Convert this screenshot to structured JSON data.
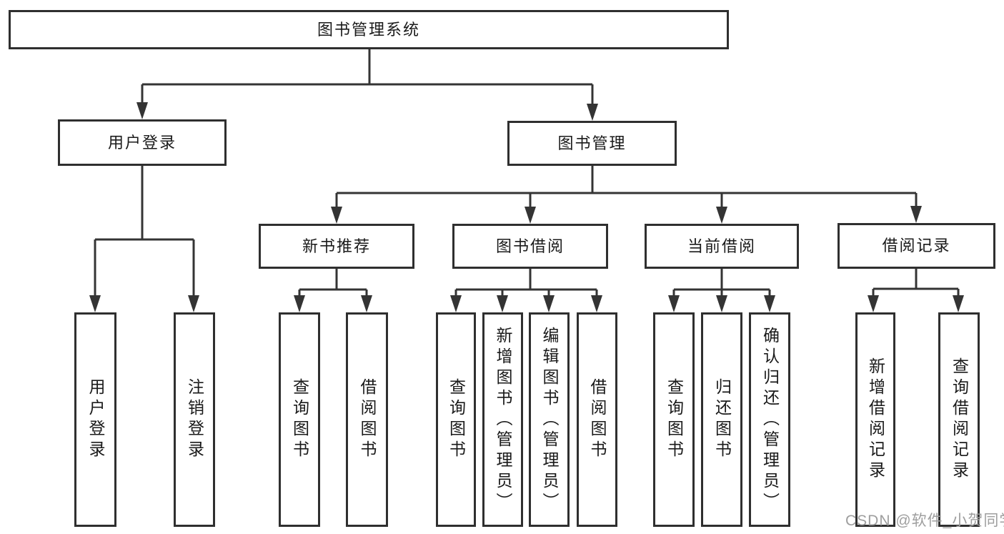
{
  "tree": {
    "label": "图书管理系统",
    "children": [
      {
        "label": "用户登录",
        "children": [
          {
            "label": "用户登录"
          },
          {
            "label": "注销登录"
          }
        ]
      },
      {
        "label": "图书管理",
        "children": [
          {
            "label": "新书推荐",
            "children": [
              {
                "label": "查询图书"
              },
              {
                "label": "借阅图书"
              }
            ]
          },
          {
            "label": "图书借阅",
            "children": [
              {
                "label": "查询图书"
              },
              {
                "label": "新增图书（管理员）"
              },
              {
                "label": "编辑图书（管理员）"
              },
              {
                "label": "借阅图书"
              }
            ]
          },
          {
            "label": "当前借阅",
            "children": [
              {
                "label": "查询图书"
              },
              {
                "label": "归还图书"
              },
              {
                "label": "确认归还（管理员）"
              }
            ]
          },
          {
            "label": "借阅记录",
            "children": [
              {
                "label": "新增借阅记录"
              },
              {
                "label": "查询借阅记录"
              }
            ]
          }
        ]
      }
    ]
  },
  "watermark": {
    "text": "CSDN @软件_小贺同学"
  },
  "colors": {
    "line": "#343434",
    "box_border": "#2f2f2f",
    "text": "#1a1a1a",
    "watermark_text": "#9e9e9e",
    "background": "#ffffff"
  }
}
